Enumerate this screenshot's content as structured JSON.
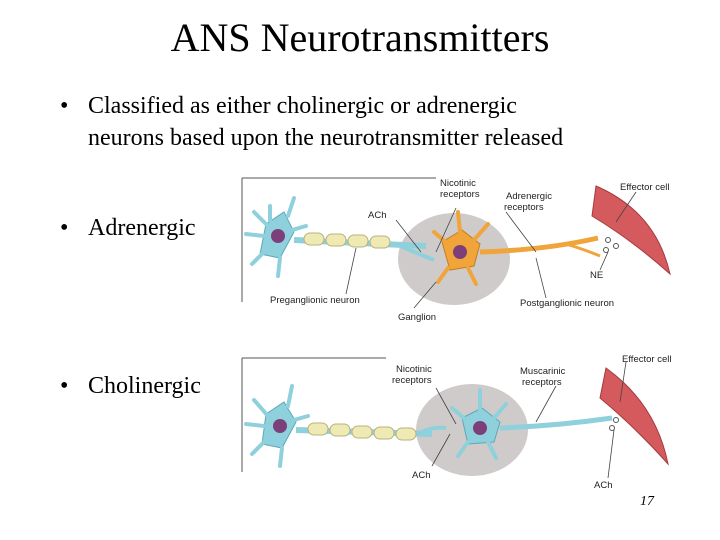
{
  "slide": {
    "title": "ANS Neurotransmitters",
    "bullets": [
      {
        "line1": "Classified as either cholinergic or adrenergic",
        "line2": "neurons based upon the neurotransmitter released"
      },
      {
        "line1": "Adrenergic"
      },
      {
        "line1": "Cholinergic"
      }
    ],
    "bullet_glyph": "•",
    "page_number": "17"
  },
  "diagram": {
    "adrenergic": {
      "nicotinic_receptors": [
        "Nicotinic",
        "receptors"
      ],
      "ach": "ACh",
      "adrenergic_receptors": [
        "Adrenergic",
        "receptors"
      ],
      "effector_cell": "Effector cell",
      "ne": "NE",
      "preganglionic": "Preganglionic neuron",
      "postganglionic": "Postganglionic neuron",
      "ganglion": "Ganglion"
    },
    "cholinergic": {
      "nicotinic_receptors": [
        "Nicotinic",
        "receptors"
      ],
      "muscarinic_receptors": [
        "Muscarinic",
        "receptors"
      ],
      "effector_cell": "Effector cell",
      "ach_ganglion": "ACh",
      "ach_effector": "ACh"
    },
    "colors": {
      "preganglionic_neuron": "#8fd0dd",
      "myelin": "#efe9b4",
      "postganglionic_adrenergic": "#f0a43a",
      "ganglion_fill": "#cfcbcb",
      "effector_cell": "#d45a5e",
      "nucleus": "#7d3f7a"
    }
  }
}
